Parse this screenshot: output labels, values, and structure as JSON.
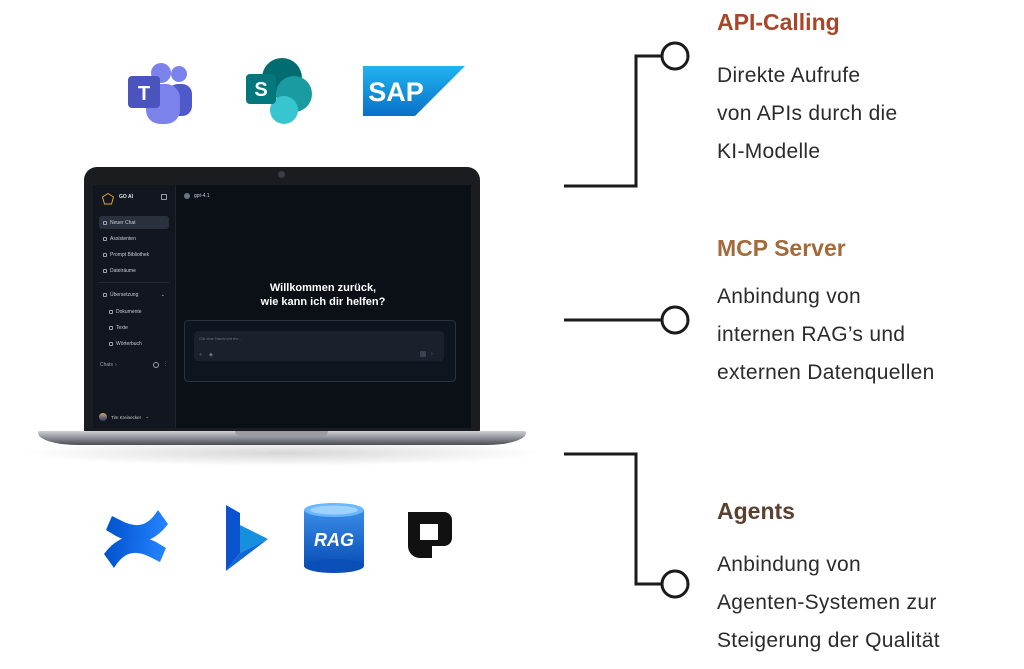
{
  "sections": [
    {
      "title": "API-Calling",
      "title_color": "#a94628",
      "lines": [
        "Direkte Aufrufe",
        "von APIs durch die",
        "KI-Modelle"
      ]
    },
    {
      "title": "MCP Server",
      "title_color": "#a36a3c",
      "lines": [
        "Anbindung von",
        "internen RAG’s und",
        "externen Datenquellen"
      ]
    },
    {
      "title": "Agents",
      "title_color": "#5a4030",
      "lines": [
        "Anbindung von",
        "Agenten-Systemen zur",
        "Steigerung der Qualität"
      ]
    }
  ],
  "top_logos": [
    "teams-logo",
    "sharepoint-logo",
    "sap-logo"
  ],
  "sap_text": "SAP",
  "bottom_logos": [
    "confluence-logo",
    "dynamics-logo",
    "rag-database-logo",
    "notion-like-logo"
  ],
  "rag_text": "RAG",
  "app": {
    "brand": "GO AI",
    "model": "gpt-4.1",
    "nav": [
      {
        "label": "Neuer Chat",
        "icon": "chat-icon"
      },
      {
        "label": "Assistenten",
        "icon": "assistant-icon"
      },
      {
        "label": "Prompt Bibliothek",
        "icon": "book-icon"
      },
      {
        "label": "Dateiräume",
        "icon": "folder-icon"
      }
    ],
    "translation": {
      "label": "Übersetzung",
      "items": [
        "Dokumente",
        "Texte",
        "Wörterbuch"
      ]
    },
    "chats_label": "Chats",
    "welcome_line1": "Willkommen zurück,",
    "welcome_line2": "wie kann ich dir helfen?",
    "input_placeholder": "Gib eine Nachricht ein...",
    "user_name": "Tim Kreinecker"
  }
}
